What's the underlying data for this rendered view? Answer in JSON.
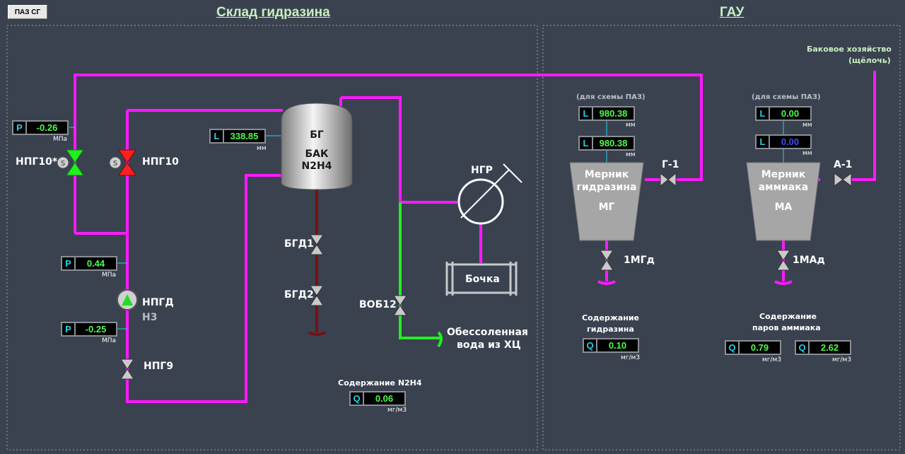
{
  "paz_button": "ПАЗ СГ",
  "titles": {
    "left": "Склад гидразина",
    "right": "ГАУ"
  },
  "indicators": {
    "p_npg10": {
      "tag": "P",
      "value": "-0.26",
      "unit": "МПа"
    },
    "p_mid": {
      "tag": "P",
      "value": "0.44",
      "unit": "МПа"
    },
    "p_npgd": {
      "tag": "P",
      "value": "-0.25",
      "unit": "МПа"
    },
    "l_bak": {
      "tag": "L",
      "value": "338.85",
      "unit": "мм"
    },
    "l_mg_paz": {
      "tag": "L",
      "value": "980.38",
      "unit": "мм"
    },
    "l_mg": {
      "tag": "L",
      "value": "980.38",
      "unit": "мм"
    },
    "l_ma_paz": {
      "tag": "L",
      "value": "0.00",
      "unit": "мм"
    },
    "l_ma": {
      "tag": "L",
      "value": "0.00",
      "unit": "мм"
    },
    "q_n2h4": {
      "tag": "Q",
      "value": "0.06",
      "unit": "мг/м3"
    },
    "q_hydrazine": {
      "tag": "Q",
      "value": "0.10",
      "unit": "мг/м3"
    },
    "q_ammonia_1": {
      "tag": "Q",
      "value": "0.79",
      "unit": "мг/м3"
    },
    "q_ammonia_2": {
      "tag": "Q",
      "value": "2.62",
      "unit": "мг/м3"
    }
  },
  "notes": {
    "paz_scheme_mg": "(для схемы ПАЗ)",
    "paz_scheme_ma": "(для схемы ПАЗ)"
  },
  "labels": {
    "npg10_star": "НПГ10*",
    "npg10": "НПГ10",
    "npgd": "НПГД",
    "n3": "Н3",
    "npg9": "НПГ9",
    "bgd1": "БГД1",
    "bgd2": "БГД2",
    "vob12": "ВОБ12",
    "ngr": "НГР",
    "barrel": "Бочка",
    "water_1": "Обессоленная",
    "water_2": "вода из ХЦ",
    "n2h4_content": "Содержание N2H4",
    "g1": "Г-1",
    "a1": "А-1",
    "img_valve": "1МГд",
    "ima_valve": "1МАд",
    "tank_farm_1": "Баковое хозяйство",
    "tank_farm_2": "(щёлочь)",
    "hydrazine_content_1": "Содержание",
    "hydrazine_content_2": "гидразина",
    "ammonia_content_1": "Содержание",
    "ammonia_content_2": "паров аммиака"
  },
  "tank": {
    "line1": "БГ",
    "line2": "БАК",
    "line3": "N2H4"
  },
  "measurer_mg": {
    "line1": "Мерник",
    "line2": "гидразина",
    "line3": "МГ"
  },
  "measurer_ma": {
    "line1": "Мерник",
    "line2": "аммиака",
    "line3": "МА"
  },
  "colors": {
    "background": "#3a4250",
    "pipe": "#ff1aff",
    "green_pipe": "#22ee22",
    "dark_pipe": "#7a0f0f",
    "title": "#c8f0c0"
  }
}
